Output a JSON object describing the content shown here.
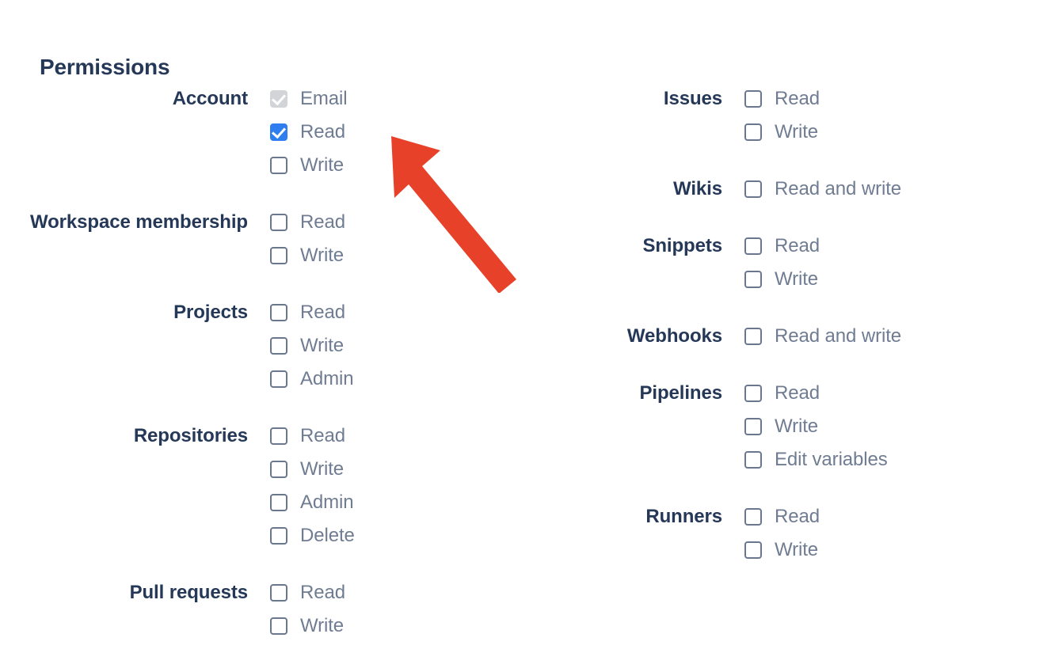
{
  "page": {
    "title": "Permissions",
    "heading_color": "#253858",
    "label_color": "#6f7c92",
    "checked_color": "#2f7ef0",
    "disabled_color": "#d2d4d8",
    "unchecked_border_color": "#6b778c",
    "annotation_arrow_color": "#e8412a",
    "background": "#ffffff"
  },
  "annotation": {
    "arrow_icon": "arrow-pointer-up-left-icon",
    "points_to": "Account Read checkbox",
    "color": "#e8412a"
  },
  "columns": {
    "left": [
      {
        "label": "Account",
        "options": [
          {
            "label": "Email",
            "state": "disabled-checked"
          },
          {
            "label": "Read",
            "state": "checked"
          },
          {
            "label": "Write",
            "state": "unchecked"
          }
        ]
      },
      {
        "label": "Workspace membership",
        "options": [
          {
            "label": "Read",
            "state": "unchecked"
          },
          {
            "label": "Write",
            "state": "unchecked"
          }
        ]
      },
      {
        "label": "Projects",
        "options": [
          {
            "label": "Read",
            "state": "unchecked"
          },
          {
            "label": "Write",
            "state": "unchecked"
          },
          {
            "label": "Admin",
            "state": "unchecked"
          }
        ]
      },
      {
        "label": "Repositories",
        "options": [
          {
            "label": "Read",
            "state": "unchecked"
          },
          {
            "label": "Write",
            "state": "unchecked"
          },
          {
            "label": "Admin",
            "state": "unchecked"
          },
          {
            "label": "Delete",
            "state": "unchecked"
          }
        ]
      },
      {
        "label": "Pull requests",
        "options": [
          {
            "label": "Read",
            "state": "unchecked"
          },
          {
            "label": "Write",
            "state": "unchecked"
          }
        ]
      }
    ],
    "right": [
      {
        "label": "Issues",
        "options": [
          {
            "label": "Read",
            "state": "unchecked"
          },
          {
            "label": "Write",
            "state": "unchecked"
          }
        ]
      },
      {
        "label": "Wikis",
        "options": [
          {
            "label": "Read and write",
            "state": "unchecked"
          }
        ]
      },
      {
        "label": "Snippets",
        "options": [
          {
            "label": "Read",
            "state": "unchecked"
          },
          {
            "label": "Write",
            "state": "unchecked"
          }
        ]
      },
      {
        "label": "Webhooks",
        "options": [
          {
            "label": "Read and write",
            "state": "unchecked"
          }
        ]
      },
      {
        "label": "Pipelines",
        "options": [
          {
            "label": "Read",
            "state": "unchecked"
          },
          {
            "label": "Write",
            "state": "unchecked"
          },
          {
            "label": "Edit variables",
            "state": "unchecked"
          }
        ]
      },
      {
        "label": "Runners",
        "options": [
          {
            "label": "Read",
            "state": "unchecked"
          },
          {
            "label": "Write",
            "state": "unchecked"
          }
        ]
      }
    ]
  }
}
